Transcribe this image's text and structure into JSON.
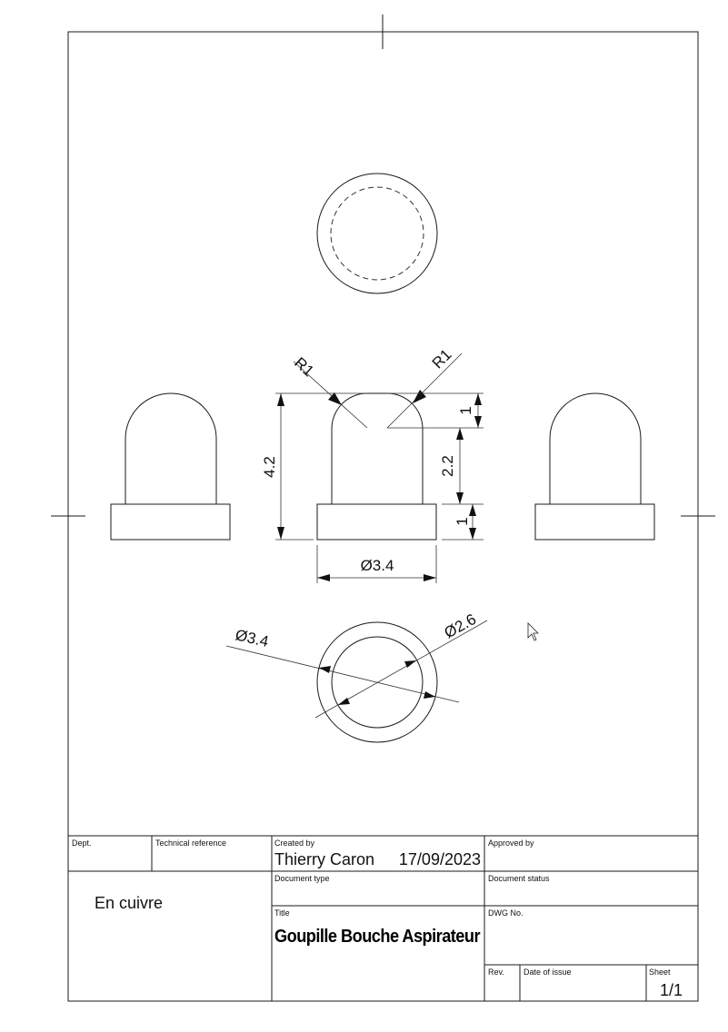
{
  "drawing": {
    "dimensions": {
      "radius_left": "R1",
      "radius_right": "R1",
      "height_total": "4.2",
      "top_height": "1",
      "mid_height": "2.2",
      "base_height": "1",
      "base_diameter": "Ø3.4",
      "outer_diameter": "Ø3.4",
      "inner_diameter": "Ø2.6"
    }
  },
  "title_block": {
    "dept_label": "Dept.",
    "tech_ref_label": "Technical reference",
    "created_by_label": "Created by",
    "created_by": "Thierry Caron",
    "date": "17/09/2023",
    "approved_by_label": "Approved by",
    "material_note": "En cuivre",
    "doc_type_label": "Document type",
    "doc_status_label": "Document status",
    "title_label": "Title",
    "title": "Goupille Bouche Aspirateur",
    "dwg_no_label": "DWG No.",
    "rev_label": "Rev.",
    "date_of_issue_label": "Date of issue",
    "sheet_label": "Sheet",
    "sheet": "1/1"
  }
}
